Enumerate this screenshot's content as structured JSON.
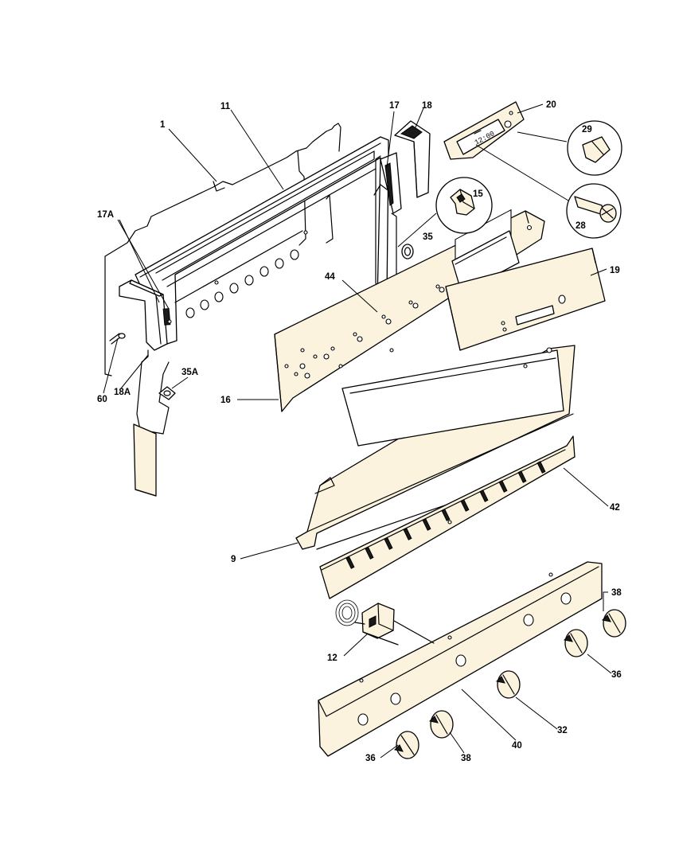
{
  "header": {
    "left_text": "",
    "right_text": ""
  },
  "callouts": [
    {
      "id": "c1",
      "label": "1"
    },
    {
      "id": "c11",
      "label": "11"
    },
    {
      "id": "c17",
      "label": "17"
    },
    {
      "id": "c18",
      "label": "18"
    },
    {
      "id": "c20",
      "label": "20"
    },
    {
      "id": "c29",
      "label": "29"
    },
    {
      "id": "c15",
      "label": "15"
    },
    {
      "id": "c28",
      "label": "28"
    },
    {
      "id": "c35",
      "label": "35"
    },
    {
      "id": "c17a",
      "label": "17A"
    },
    {
      "id": "c44",
      "label": "44"
    },
    {
      "id": "c19",
      "label": "19"
    },
    {
      "id": "c35a",
      "label": "35A"
    },
    {
      "id": "c60",
      "label": "60"
    },
    {
      "id": "c18a",
      "label": "18A"
    },
    {
      "id": "c16",
      "label": "16"
    },
    {
      "id": "c42",
      "label": "42"
    },
    {
      "id": "c9",
      "label": "9"
    },
    {
      "id": "c38a",
      "label": "38"
    },
    {
      "id": "c12",
      "label": "12"
    },
    {
      "id": "c36a",
      "label": "36"
    },
    {
      "id": "c32",
      "label": "32"
    },
    {
      "id": "c40",
      "label": "40"
    },
    {
      "id": "c36b",
      "label": "36"
    },
    {
      "id": "c38b",
      "label": "38"
    }
  ],
  "clock_display": "12:00",
  "colors": {
    "line": "#000000",
    "part_fill": "#fbf3de",
    "background": "#ffffff"
  }
}
